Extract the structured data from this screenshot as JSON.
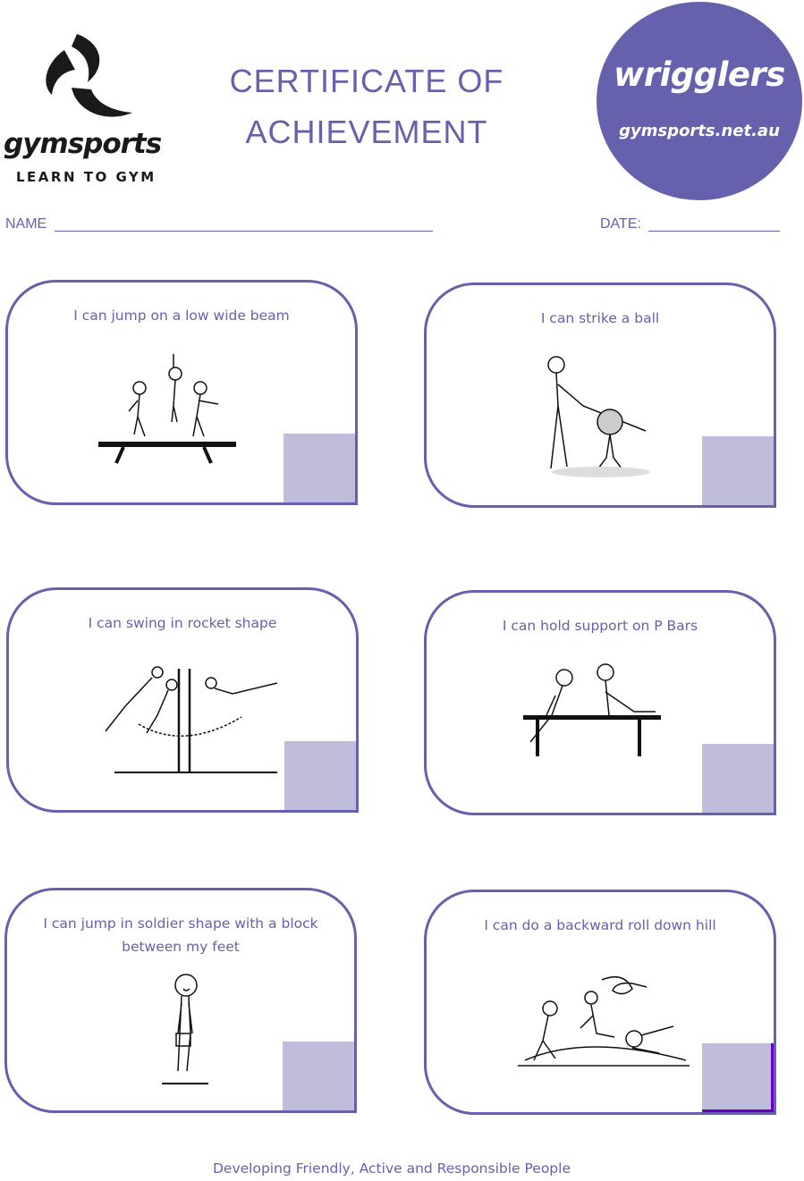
{
  "header": {
    "logo": {
      "name": "gymsports",
      "tagline": "LEARN TO GYM"
    },
    "title_line1": "CERTIFICATE  OF",
    "title_line2": "ACHIEVEMENT",
    "badge": {
      "title": "wrigglers",
      "url": "gymsports.net.au"
    }
  },
  "fields": {
    "name_label": "NAME",
    "date_label": "DATE:"
  },
  "skills": [
    {
      "label": "I can jump on a low wide beam"
    },
    {
      "label": "I can strike a ball"
    },
    {
      "label": "I can swing in rocket shape"
    },
    {
      "label": "I can hold support on P Bars"
    },
    {
      "label": "I can jump in soldier shape with a block between my feet"
    },
    {
      "label": "I can do a backward roll down hill"
    }
  ],
  "colors": {
    "accent": "#6661ac",
    "tick_box": "#bfbcdc"
  },
  "footer": "Developing Friendly, Active and Responsible People"
}
